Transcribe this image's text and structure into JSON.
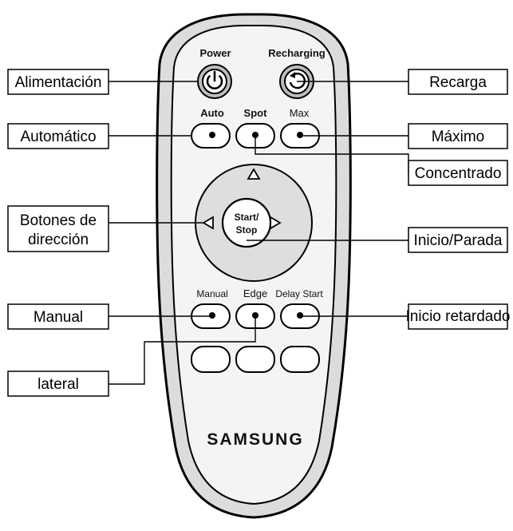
{
  "remote": {
    "brand": "SAMSUNG",
    "buttons": {
      "power": "Power",
      "recharging": "Recharging",
      "auto": "Auto",
      "spot": "Spot",
      "max": "Max",
      "start_line1": "Start/",
      "start_line2": "Stop",
      "manual": "Manual",
      "edge": "Edge",
      "delay_start": "Delay Start"
    }
  },
  "labels": {
    "alimentacion": "Alimentación",
    "automatico": "Automático",
    "botones_line1": "Botones de",
    "botones_line2": "dirección",
    "manual": "Manual",
    "lateral": "lateral",
    "recarga": "Recarga",
    "maximo": "Máximo",
    "concentrado": "Concentrado",
    "inicio_parada": "Inicio/Parada",
    "inicio_retardado": "Inicio retardado"
  }
}
